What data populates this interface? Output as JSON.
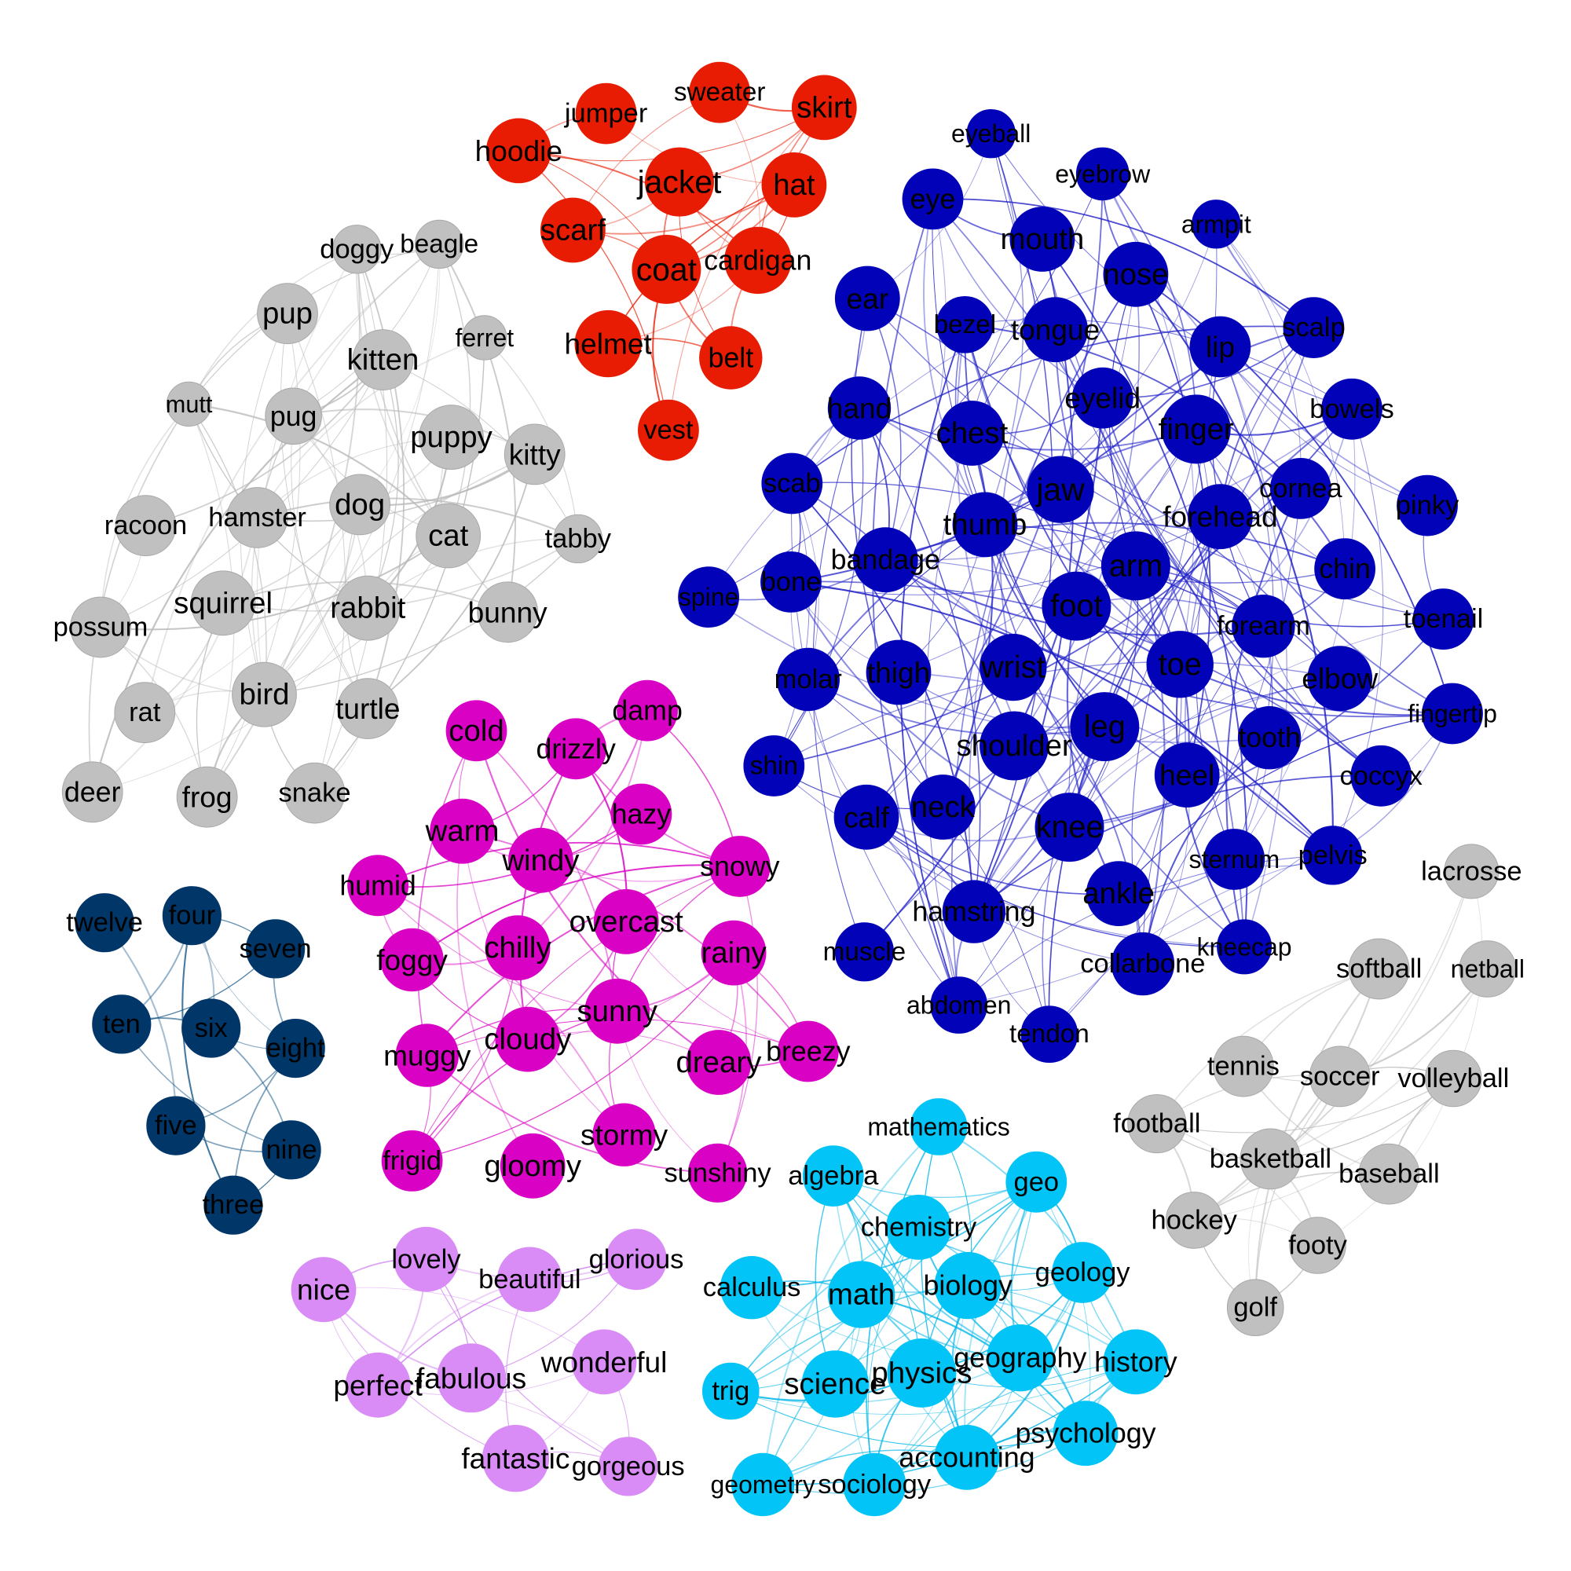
{
  "clusters": [
    {
      "id": "clothing",
      "color": "#e81c02",
      "edge_color": "#e81c02",
      "nodes": [
        "sweater",
        "jumper",
        "skirt",
        "hoodie",
        "jacket",
        "hat",
        "scarf",
        "coat",
        "cardigan",
        "helmet",
        "belt",
        "vest"
      ]
    },
    {
      "id": "pets",
      "color": "#c0c0c0",
      "edge_color": "#b8b8b8",
      "nodes": [
        "doggy",
        "beagle",
        "pup",
        "ferret",
        "kitten",
        "mutt",
        "pug",
        "puppy",
        "kitty",
        "dog",
        "racoon",
        "hamster",
        "cat",
        "tabby",
        "squirrel",
        "rabbit",
        "bunny",
        "possum",
        "rat",
        "bird",
        "turtle",
        "deer",
        "frog",
        "snake"
      ]
    },
    {
      "id": "body",
      "color": "#0202b8",
      "edge_color": "#1f1fc8",
      "nodes": [
        "eyeball",
        "eyebrow",
        "eye",
        "mouth",
        "armpit",
        "nose",
        "ear",
        "bezel",
        "tongue",
        "lip",
        "scalp",
        "hand",
        "eyelid",
        "bowels",
        "chest",
        "finger",
        "jaw",
        "cornea",
        "scab",
        "pinky",
        "thumb",
        "forehead",
        "bandage",
        "arm",
        "chin",
        "spine",
        "bone",
        "foot",
        "forearm",
        "toenail",
        "molar",
        "thigh",
        "wrist",
        "toe",
        "elbow",
        "fingertip",
        "leg",
        "shoulder",
        "tooth",
        "shin",
        "heel",
        "coccyx",
        "calf",
        "neck",
        "knee",
        "sternum",
        "pelvis",
        "ankle",
        "hamstring",
        "muscle",
        "collarbone",
        "kneecap",
        "abdomen",
        "tendon"
      ]
    },
    {
      "id": "weather",
      "color": "#d902c4",
      "edge_color": "#d902c4",
      "nodes": [
        "damp",
        "cold",
        "drizzly",
        "hazy",
        "warm",
        "windy",
        "snowy",
        "humid",
        "overcast",
        "chilly",
        "rainy",
        "foggy",
        "sunny",
        "cloudy",
        "breezy",
        "muggy",
        "dreary",
        "stormy",
        "frigid",
        "gloomy",
        "sunshiny"
      ]
    },
    {
      "id": "numbers",
      "color": "#013669",
      "edge_color": "#1a5a8a",
      "nodes": [
        "twelve",
        "four",
        "seven",
        "ten",
        "six",
        "eight",
        "five",
        "nine",
        "three"
      ]
    },
    {
      "id": "sports",
      "color": "#c0c0c0",
      "edge_color": "#b8b8b8",
      "nodes": [
        "lacrosse",
        "softball",
        "netball",
        "tennis",
        "soccer",
        "volleyball",
        "football",
        "basketball",
        "baseball",
        "hockey",
        "footy",
        "golf"
      ]
    },
    {
      "id": "praise",
      "color": "#d98cf5",
      "edge_color": "#cc77ee",
      "nodes": [
        "lovely",
        "glorious",
        "nice",
        "beautiful",
        "wonderful",
        "perfect",
        "fabulous",
        "fantastic",
        "gorgeous"
      ]
    },
    {
      "id": "subjects",
      "color": "#02c4f7",
      "edge_color": "#02b6e8",
      "nodes": [
        "mathematics",
        "algebra",
        "geo",
        "chemistry",
        "geology",
        "calculus",
        "math",
        "biology",
        "geography",
        "history",
        "physics",
        "trig",
        "science",
        "psychology",
        "accounting",
        "geometry",
        "sociology"
      ]
    }
  ]
}
